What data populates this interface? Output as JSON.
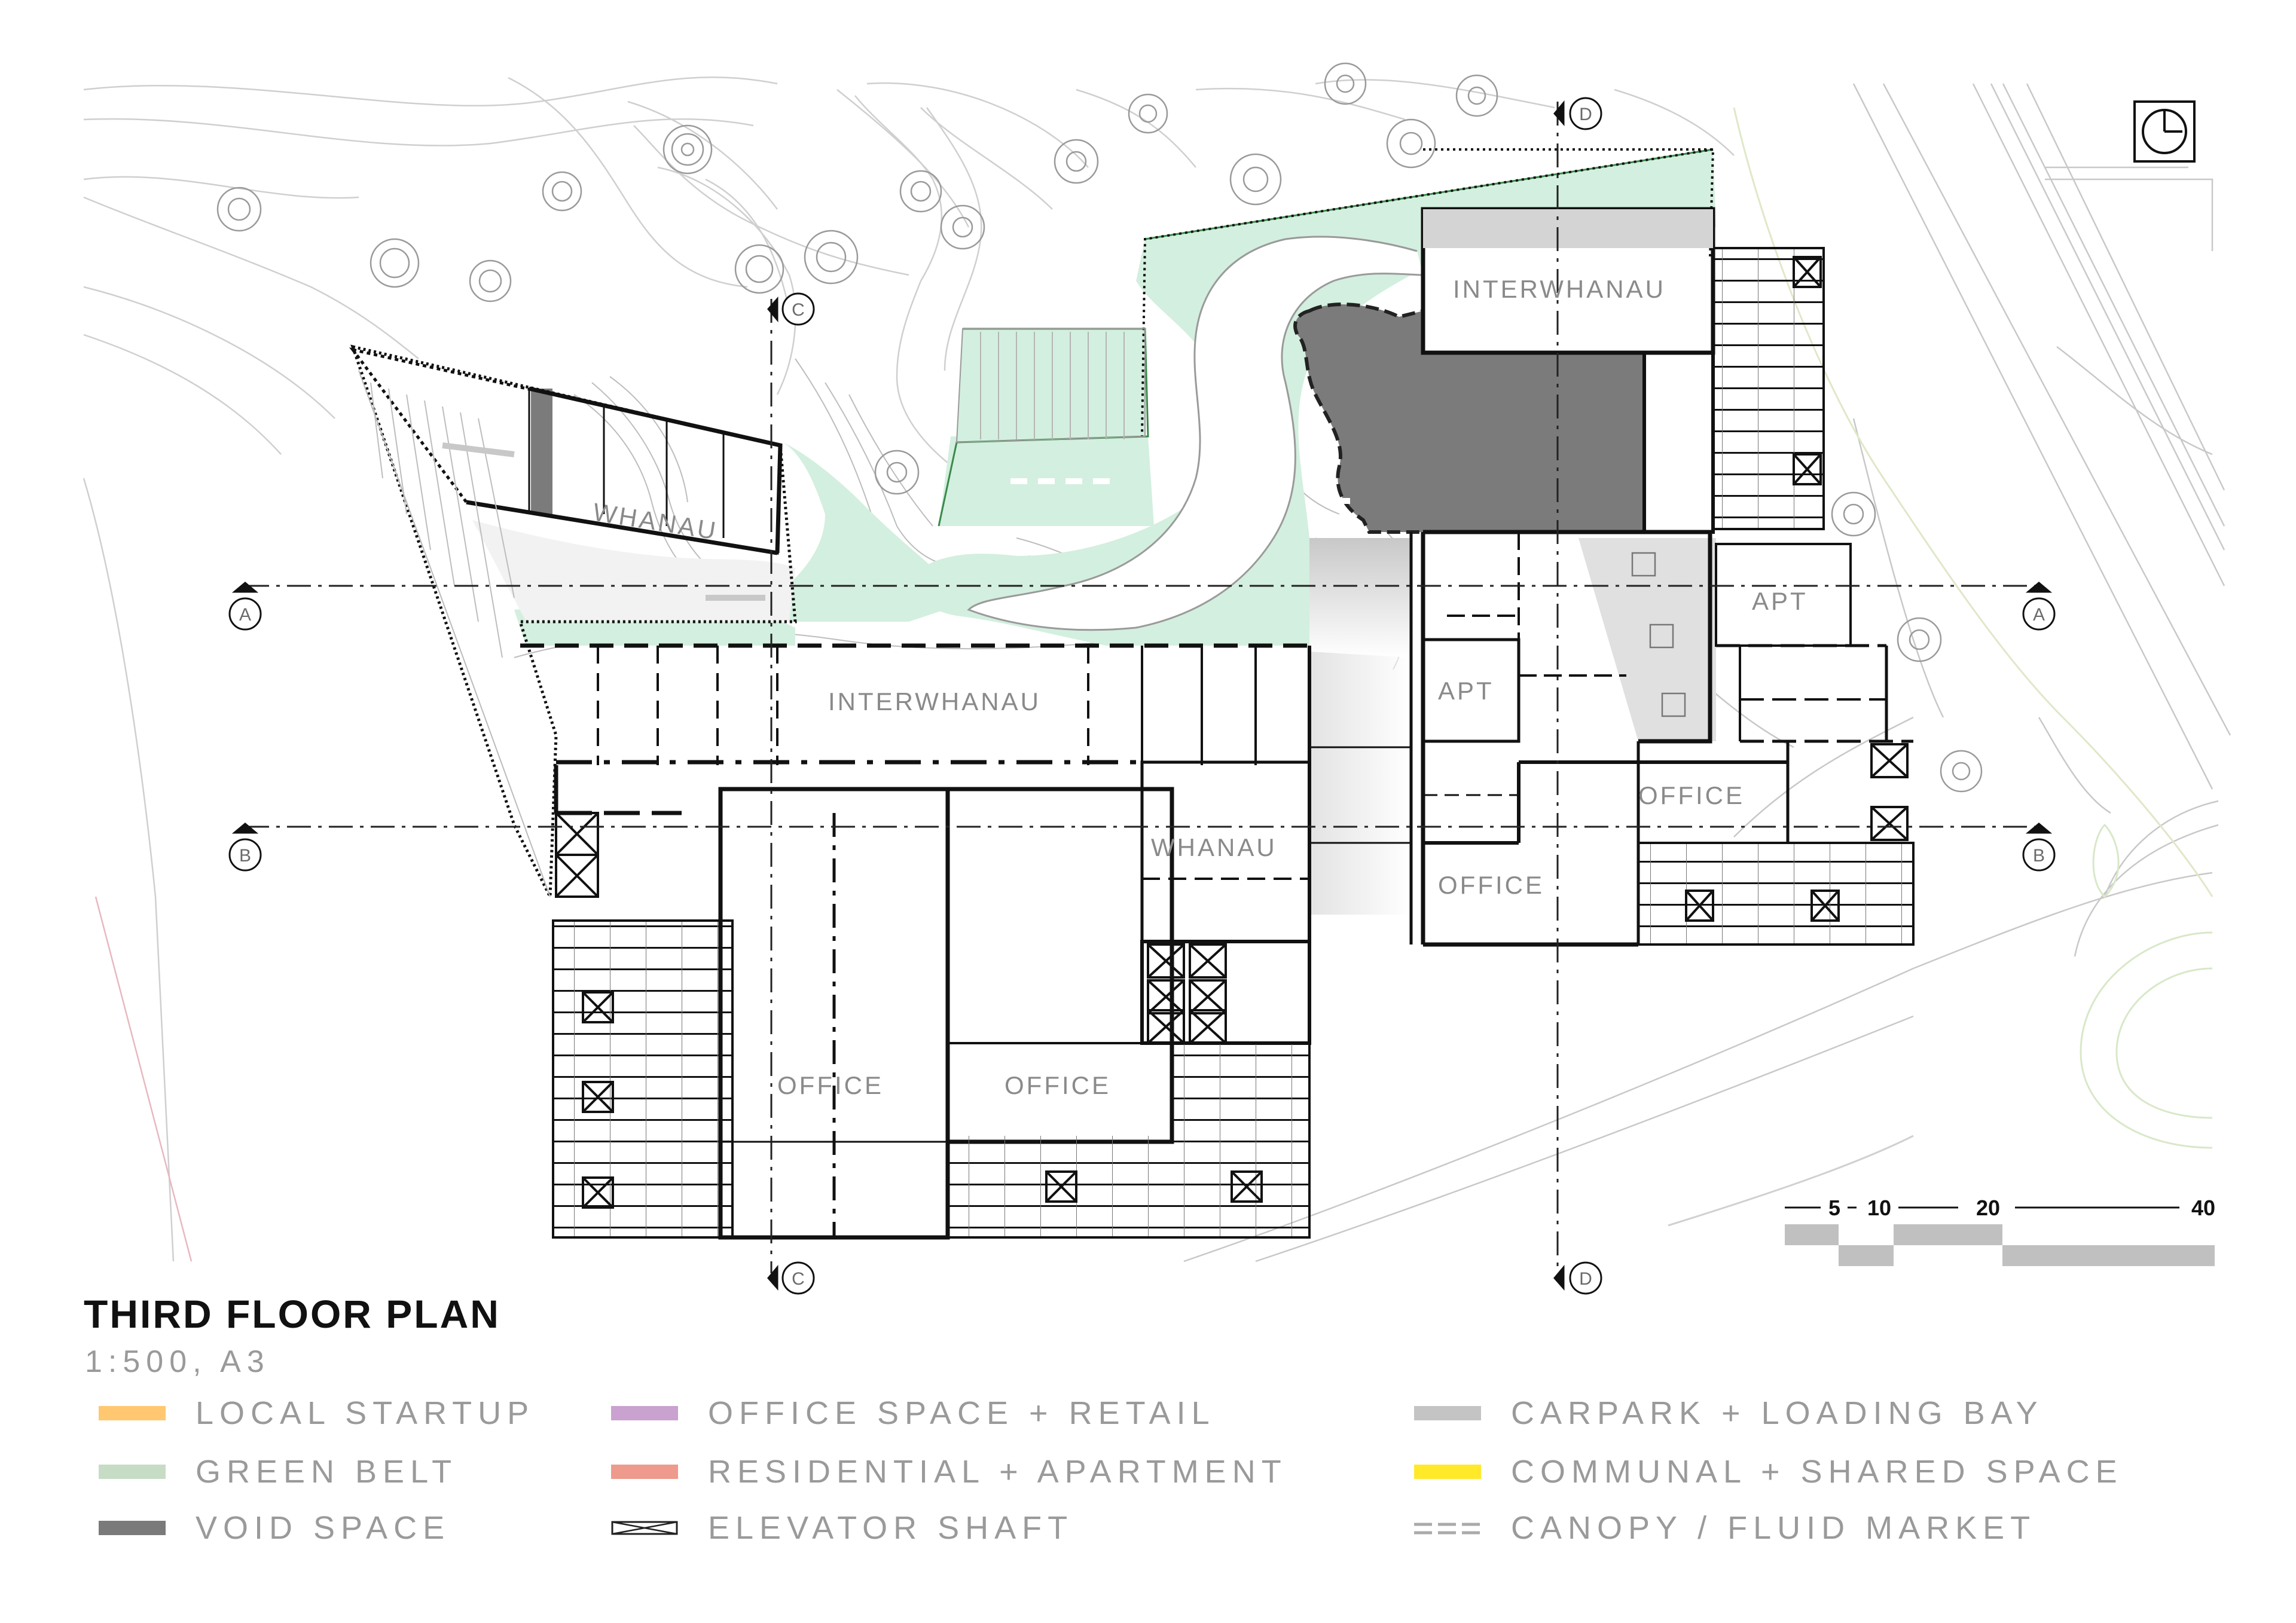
{
  "plan": {
    "title": "THIRD FLOOR PLAN",
    "scale_note": "1:500, A3",
    "rooms": {
      "interwhanau_top": "INTERWHANAU",
      "whanau_left": "WHANAU",
      "interwhanau_mid": "INTERWHANAU",
      "whanau_mid": "WHANAU",
      "apt_right": "APT",
      "apt_center": "APT",
      "office_right_top": "OFFICE",
      "office_right_bottom": "OFFICE",
      "office_left": "OFFICE",
      "office_center": "OFFICE"
    },
    "section_markers": {
      "a": "A",
      "b": "B",
      "c": "C",
      "d": "D"
    },
    "scale_bar": {
      "marks": [
        "5",
        "10",
        "20",
        "40"
      ]
    }
  },
  "legend": [
    {
      "label": "LOCAL STARTUP",
      "color": "#ffc870",
      "pattern": "solid"
    },
    {
      "label": "GREEN BELT",
      "color": "#c7dcc5",
      "pattern": "solid"
    },
    {
      "label": "VOID SPACE",
      "color": "#7a7a7a",
      "pattern": "solid"
    },
    {
      "label": "OFFICE SPACE + RETAIL",
      "color": "#c9a2cf",
      "pattern": "solid"
    },
    {
      "label": "RESIDENTIAL + APARTMENT",
      "color": "#ee9a8c",
      "pattern": "solid"
    },
    {
      "label": "ELEVATOR SHAFT",
      "color": "#222222",
      "pattern": "cross"
    },
    {
      "label": "CARPARK + LOADING BAY",
      "color": "#c4c4c4",
      "pattern": "solid"
    },
    {
      "label": "COMMUNAL + SHARED SPACE",
      "color": "#ffe928",
      "pattern": "solid"
    },
    {
      "label": "CANOPY / FLUID  MARKET",
      "color": "#aaaaaa",
      "pattern": "dashed"
    }
  ],
  "colors": {
    "green_belt": "#d3efdf",
    "green_edge": "#3a8a4a",
    "void": "#7b7b7b",
    "walls": "#111111",
    "contours": "#c9c9c9"
  }
}
